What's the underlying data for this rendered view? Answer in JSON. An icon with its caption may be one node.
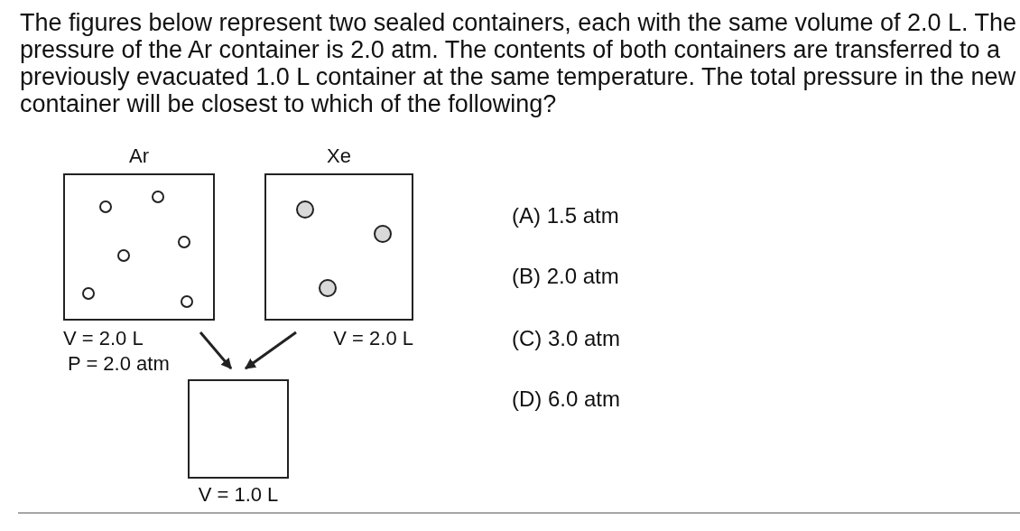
{
  "diagram": {
    "title": "The figures below represent two sealed containers, each with the same volume of 2.0 L. The pressure of the Ar container is 2.0 atm. The contents of both containers are transferred to a previously evacuated 1.0 L container at the same temperature. The total pressure in the new container will be closest to which of the following?",
    "nodes": [
      {
        "text": [
          "Ar"
        ],
        "beside": [
          "V = 2.0 L",
          "P = 2.0 atm"
        ]
      },
      {
        "text": [
          "Xe"
        ],
        "beside": [
          "V = 2.0 L"
        ]
      },
      {
        "text": [],
        "shape": "box",
        "beside": [
          "V = 1.0 L"
        ]
      }
    ],
    "edges": [
      {
        "from": 0,
        "to": 2,
        "arrow": "to"
      },
      {
        "from": 1,
        "to": 2,
        "arrow": "to"
      }
    ],
    "labels": [
      "(A) 1.5 atm",
      "(B) 2.0 atm",
      "(C) 3.0 atm",
      "(D) 6.0 atm"
    ]
  }
}
